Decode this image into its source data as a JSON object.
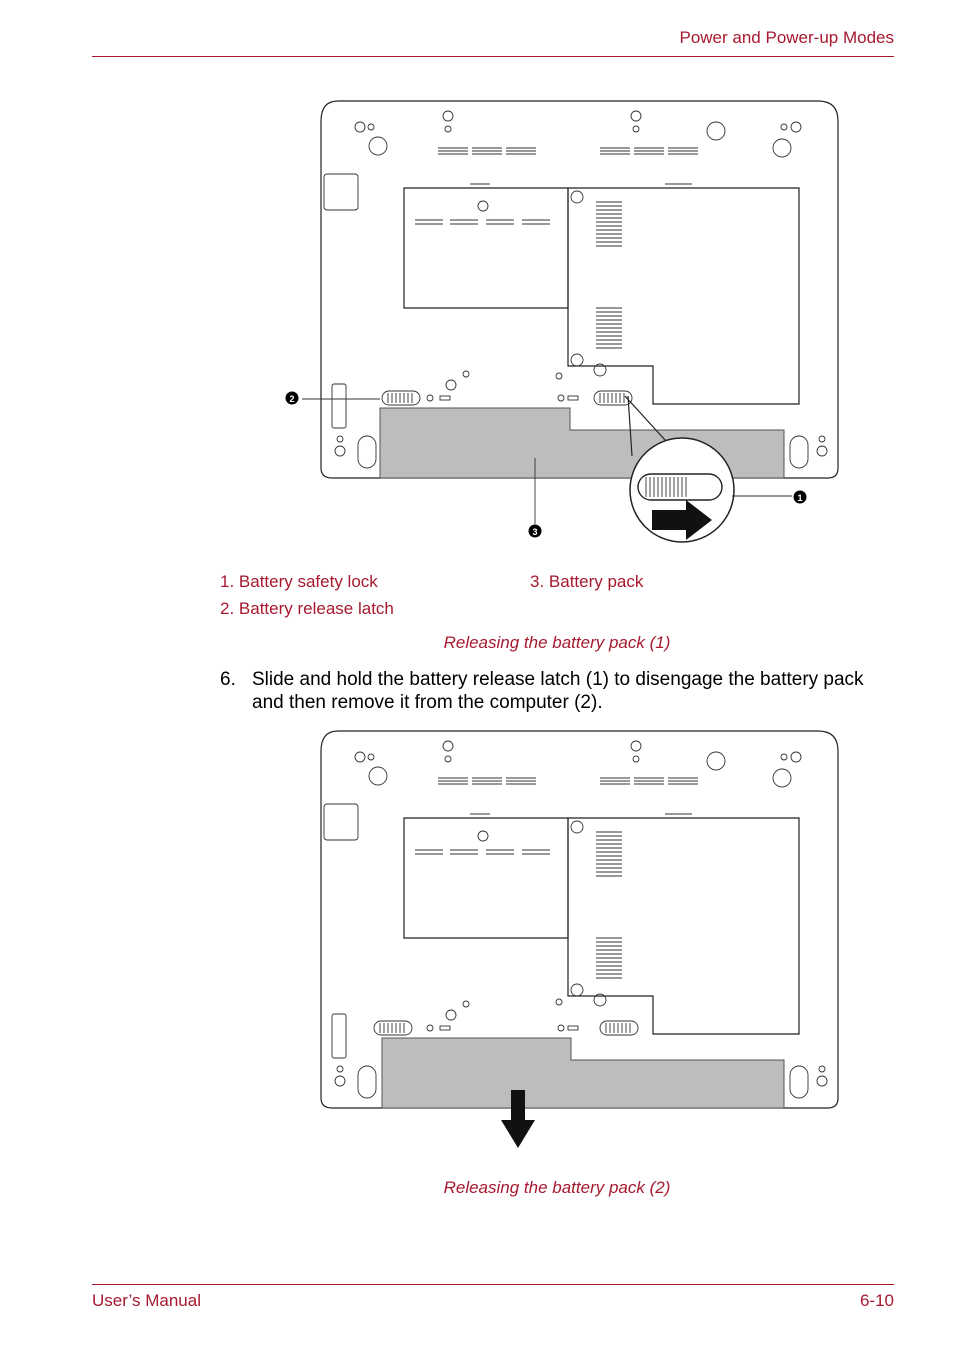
{
  "header": {
    "section_title": "Power and Power-up Modes"
  },
  "figure1": {
    "callouts": [
      "2",
      "1",
      "3"
    ],
    "legend": [
      "1. Battery safety lock",
      "2. Battery release latch",
      "3. Battery pack"
    ],
    "caption": "Releasing the battery pack (1)"
  },
  "step": {
    "number": "6.",
    "text": "Slide and hold the battery release latch (1) to disengage the battery pack and then remove it from the computer (2)."
  },
  "figure2": {
    "caption": "Releasing the battery pack (2)"
  },
  "footer": {
    "left": "User’s Manual",
    "right": "6-10"
  },
  "colors": {
    "accent": "#a6192e",
    "battery_gray": "#bdbdbd"
  }
}
